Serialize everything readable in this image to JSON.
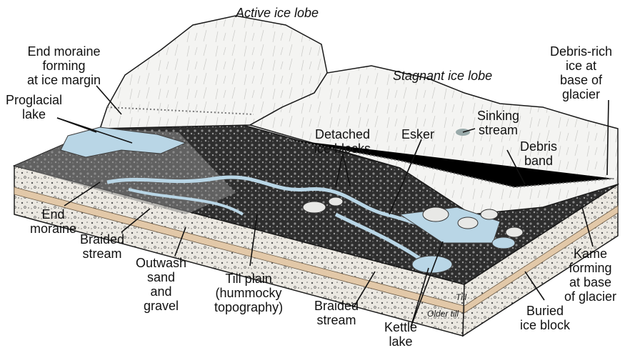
{
  "diagram": {
    "title": "",
    "labels": {
      "active_ice_lobe": "Active ice lobe",
      "stagnant_ice_lobe": "Stagnant ice lobe",
      "end_moraine_forming": [
        "End moraine",
        "forming",
        "at ice margin"
      ],
      "proglacial_lake": [
        "Proglacial",
        "lake"
      ],
      "debris_rich_ice": [
        "Debris-rich",
        "ice at",
        "base of",
        "glacier"
      ],
      "sinking_stream": [
        "Sinking",
        "stream"
      ],
      "detached_ice_blocks": [
        "Detached",
        "ice blocks"
      ],
      "esker": "Esker",
      "debris_band": [
        "Debris",
        "band"
      ],
      "end_moraine": [
        "End",
        "moraine"
      ],
      "braided_stream_left": [
        "Braided",
        "stream"
      ],
      "outwash": [
        "Outwash",
        "sand",
        "and",
        "gravel"
      ],
      "till_plain": [
        "Till plain",
        "(hummocky",
        "topography)"
      ],
      "braided_stream_center": [
        "Braided",
        "stream"
      ],
      "kettle_lake": [
        "Kettle",
        "lake"
      ],
      "buried_ice_block": [
        "Buried",
        "ice block"
      ],
      "kame": [
        "Kame",
        "forming",
        "at base",
        "of glacier"
      ],
      "till_layer": "Till",
      "older_till_layer": "Older till"
    },
    "colors": {
      "water": "#b9d6e6",
      "ice": "#f4f4f2",
      "outwash_band": "#e2c8a8",
      "ground": "#e9e6df",
      "line": "#1a1a1a"
    }
  }
}
